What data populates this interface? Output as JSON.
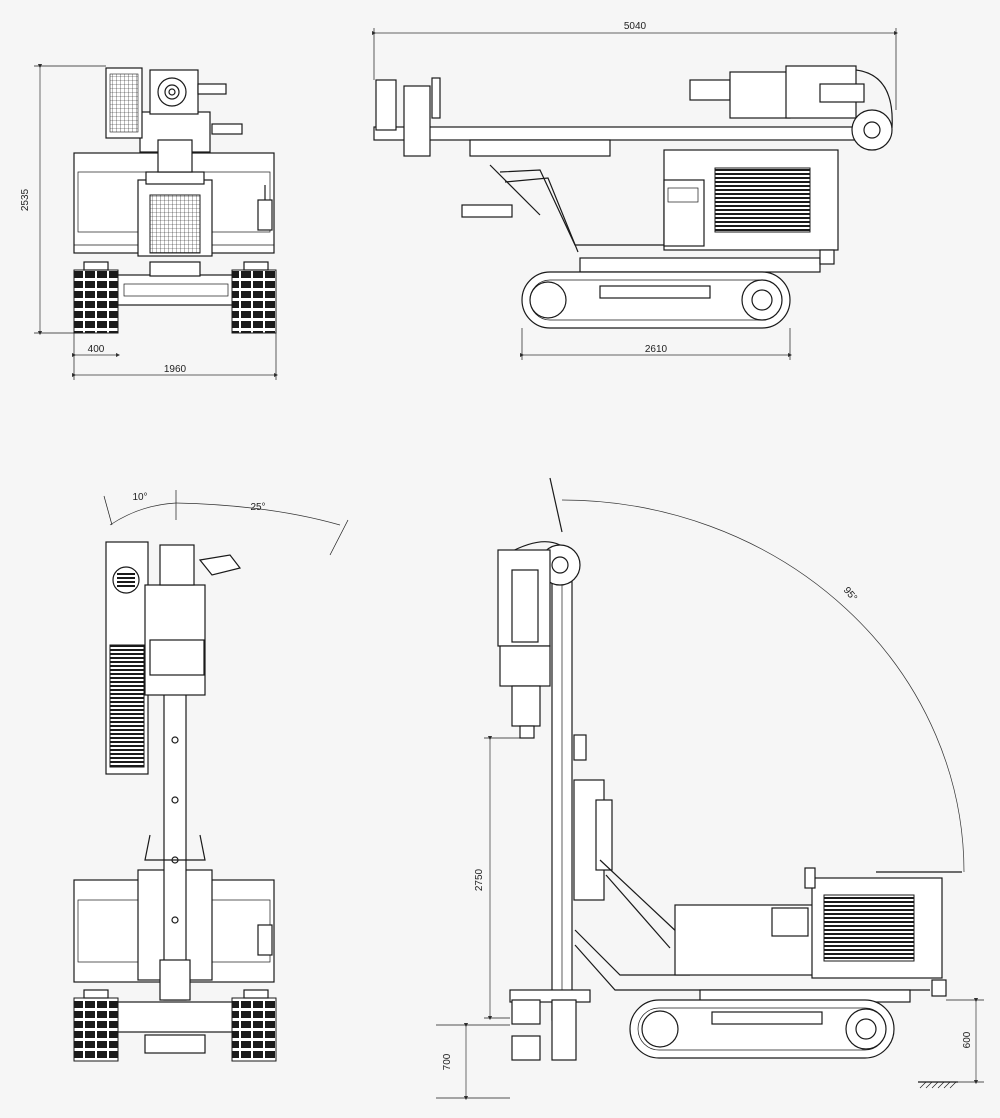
{
  "dimensions": {
    "front_height": "2535",
    "front_track_width": "400",
    "front_overall_width": "1960",
    "side_overall_length": "5040",
    "side_track_length": "2610",
    "mast_height": "2750",
    "front_clearance": "700",
    "rear_clearance": "600"
  },
  "angles": {
    "tilt_left": "10°",
    "tilt_right": "25°",
    "mast_swing": "95°"
  }
}
